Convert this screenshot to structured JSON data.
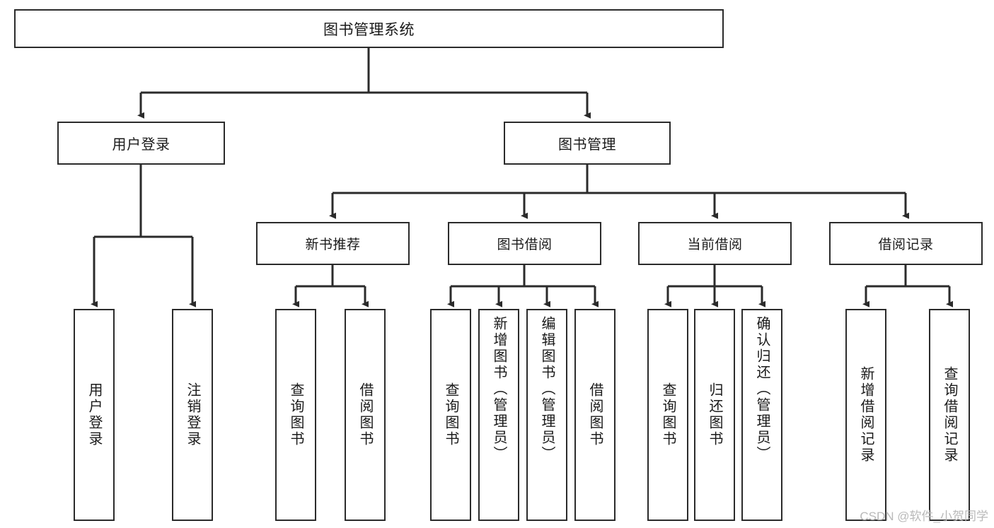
{
  "diagram": {
    "type": "tree",
    "title": "图书管理系统",
    "stroke_color": "#2b2b2b",
    "fill_color": "#ffffff",
    "nodes": {
      "root": {
        "label": "图书管理系统"
      },
      "level1": [
        {
          "id": "user-login",
          "label": "用户登录"
        },
        {
          "id": "book-manage",
          "label": "图书管理"
        }
      ],
      "level2": [
        {
          "id": "new-book-recommend",
          "label": "新书推荐"
        },
        {
          "id": "book-borrow",
          "label": "图书借阅"
        },
        {
          "id": "current-borrow",
          "label": "当前借阅"
        },
        {
          "id": "borrow-record",
          "label": "借阅记录"
        }
      ],
      "leaves": {
        "user_login": [
          {
            "id": "leaf-user-login",
            "label": "用户登录"
          },
          {
            "id": "leaf-logout",
            "label": "注销登录"
          }
        ],
        "new_book_recommend": [
          {
            "id": "leaf-query-book-1",
            "label": "查询图书"
          },
          {
            "id": "leaf-borrow-book-1",
            "label": "借阅图书"
          }
        ],
        "book_borrow": [
          {
            "id": "leaf-query-book-2",
            "label": "查询图书"
          },
          {
            "id": "leaf-add-book",
            "label": "新增图书（管理员）"
          },
          {
            "id": "leaf-edit-book",
            "label": "编辑图书（管理员）"
          },
          {
            "id": "leaf-borrow-book-2",
            "label": "借阅图书"
          }
        ],
        "current_borrow": [
          {
            "id": "leaf-query-book-3",
            "label": "查询图书"
          },
          {
            "id": "leaf-return-book",
            "label": "归还图书"
          },
          {
            "id": "leaf-confirm-return",
            "label": "确认归还（管理员）"
          }
        ],
        "borrow_record": [
          {
            "id": "leaf-add-record",
            "label": "新增借阅记录"
          },
          {
            "id": "leaf-query-record",
            "label": "查询借阅记录"
          }
        ]
      }
    }
  },
  "watermark": {
    "text": "CSDN @软件_小贺同学"
  }
}
